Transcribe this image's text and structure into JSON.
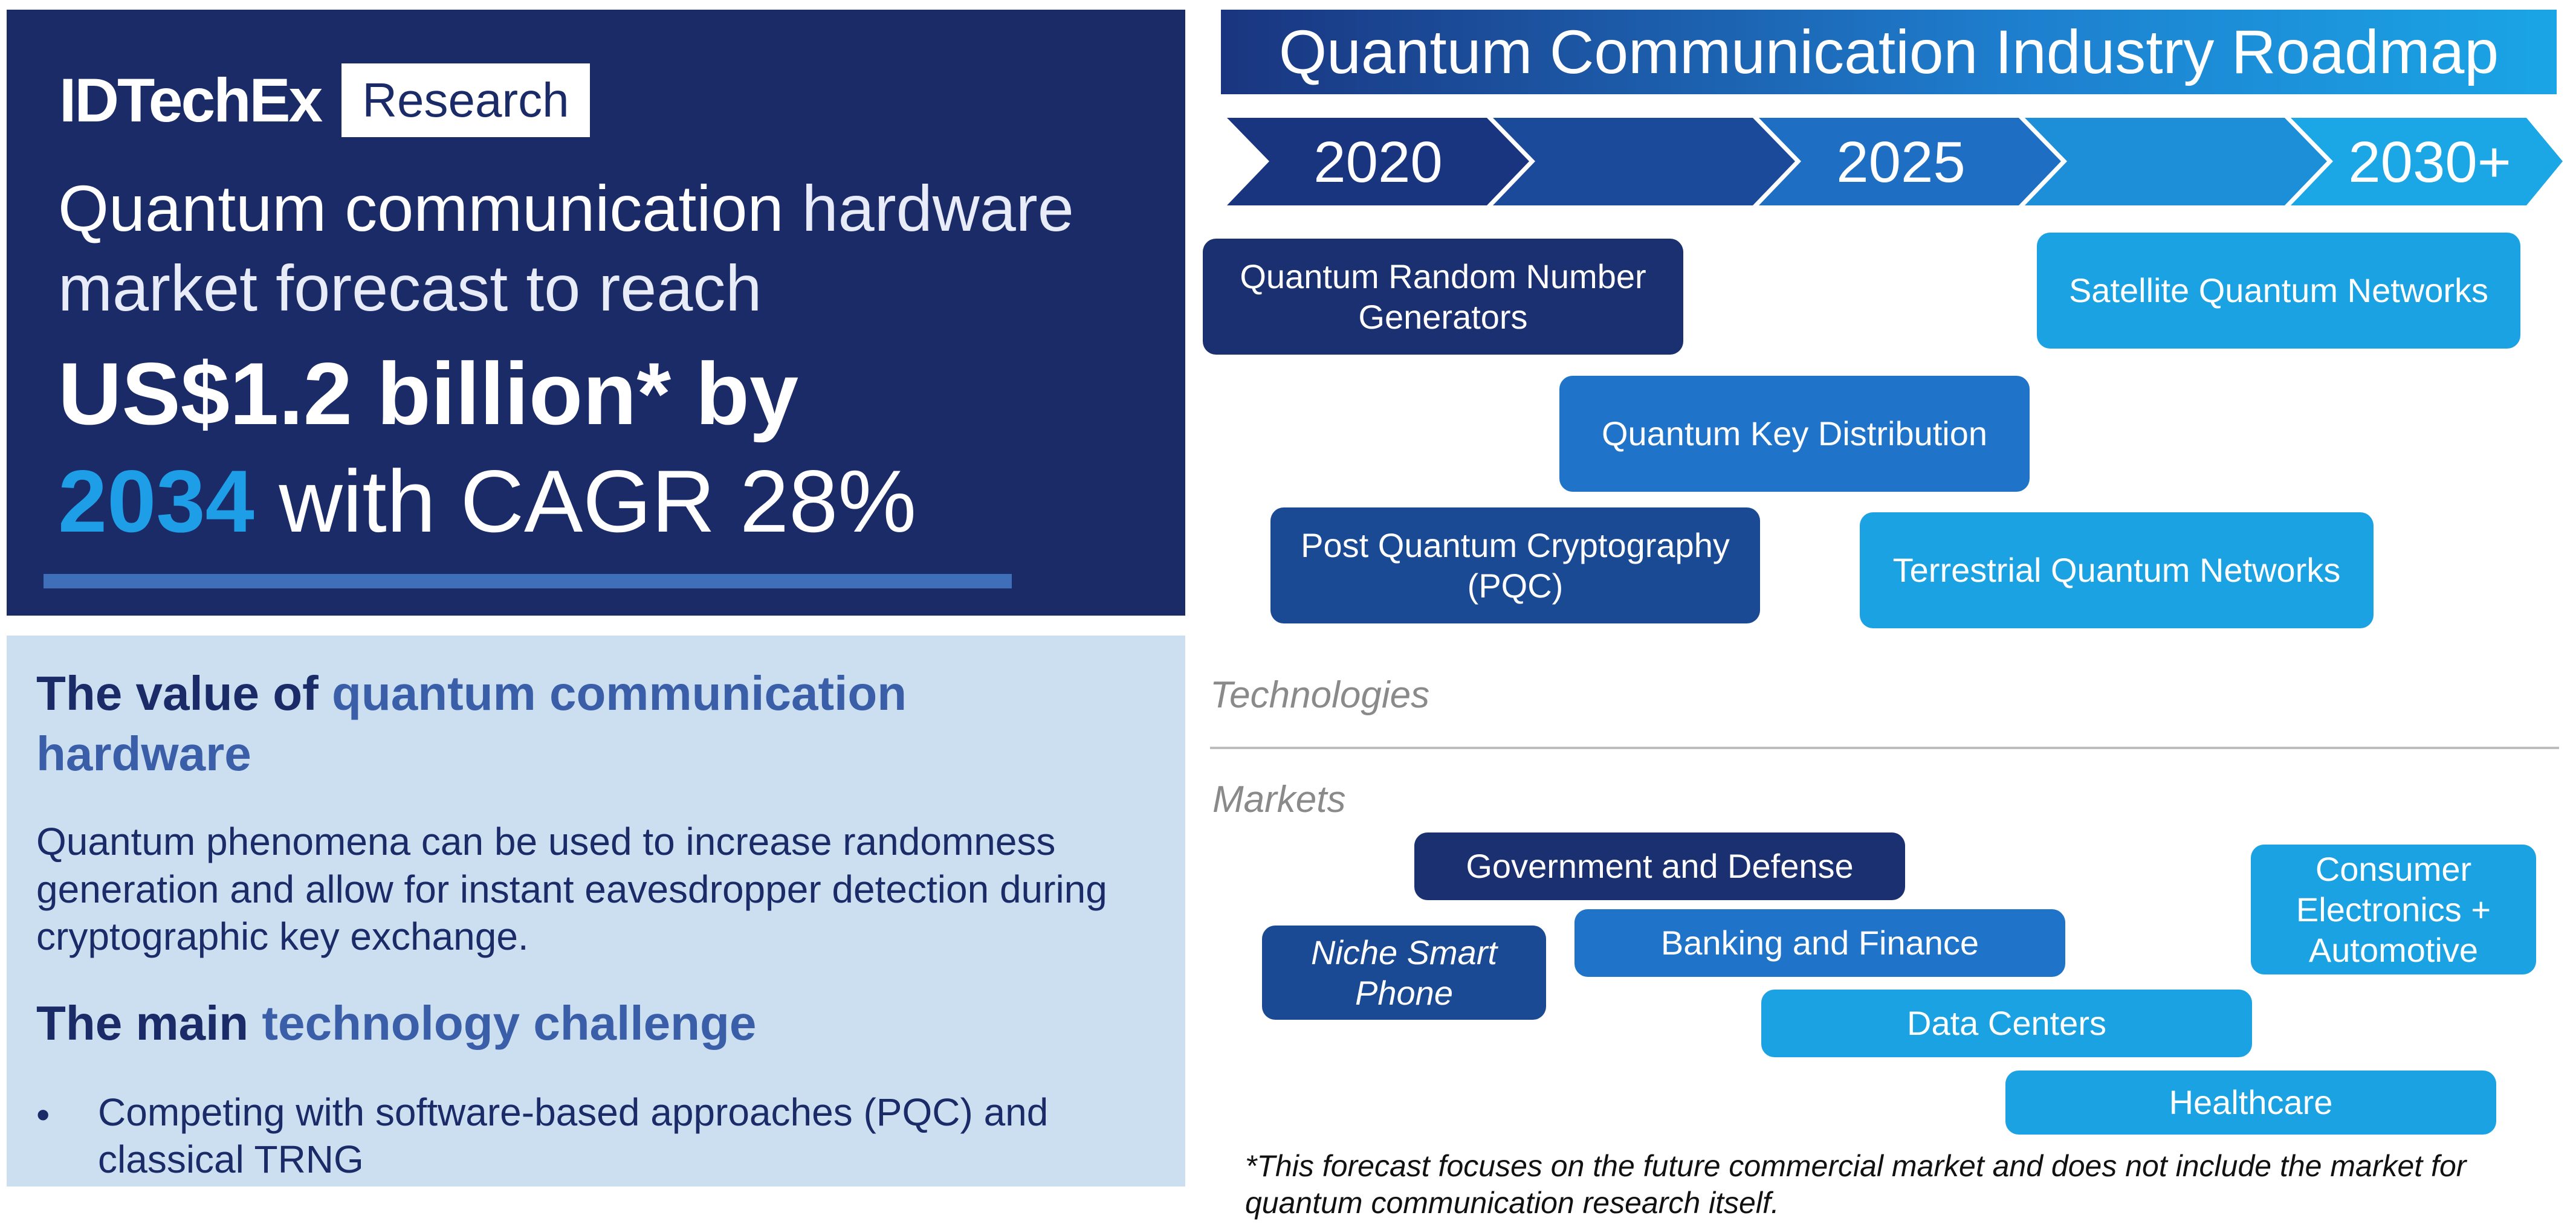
{
  "hero": {
    "brand": "IDTechEx",
    "brand_box": "Research",
    "line1_strong": "Quantum communication",
    "line1_light": " hardware",
    "line2": "market forecast to reach",
    "line3": "US$1.2 billion* by",
    "line4_year": "2034",
    "line4_rest": " with CAGR 28%"
  },
  "info": {
    "heading1_plain": "The value of ",
    "heading1_accent": "quantum communication",
    "heading1_line2": "hardware",
    "paragraph": "Quantum phenomena can be used to increase randomness generation and allow for instant eavesdropper detection during cryptographic key exchange.",
    "heading2_plain": "The main ",
    "heading2_accent": "technology challenge",
    "bullet_mark": "•",
    "bullet": "Competing with software-based approaches (PQC) and classical TRNG"
  },
  "roadmap": {
    "title": "Quantum Communication Industry Roadmap",
    "timeline": [
      "2020",
      "",
      "2025",
      "",
      "2030+"
    ],
    "technologies_label": "Technologies",
    "markets_label": "Markets",
    "technologies": {
      "qrng": "Quantum Random Number Generators",
      "satellite": "Satellite Quantum Networks",
      "qkd": "Quantum Key Distribution",
      "pqc": "Post Quantum Cryptography (PQC)",
      "terrestrial": "Terrestrial Quantum Networks"
    },
    "markets": {
      "government": "Government and Defense",
      "consumer": "Consumer Electronics + Automotive",
      "niche": "Niche Smart Phone",
      "banking": "Banking and Finance",
      "datacenters": "Data Centers",
      "healthcare": "Healthcare"
    },
    "footnote": "*This forecast focuses on the future commercial market and does not include the market for quantum communication research itself."
  },
  "colors": {
    "navy": "#1a2b68",
    "accent_cyan": "#1f9ee8",
    "info_bg": "#cbdff1",
    "pill_dark": "#1a3070",
    "pill_mid": "#1b4a94",
    "pill_blue": "#1f73c8",
    "pill_light": "#1ba2e2"
  }
}
